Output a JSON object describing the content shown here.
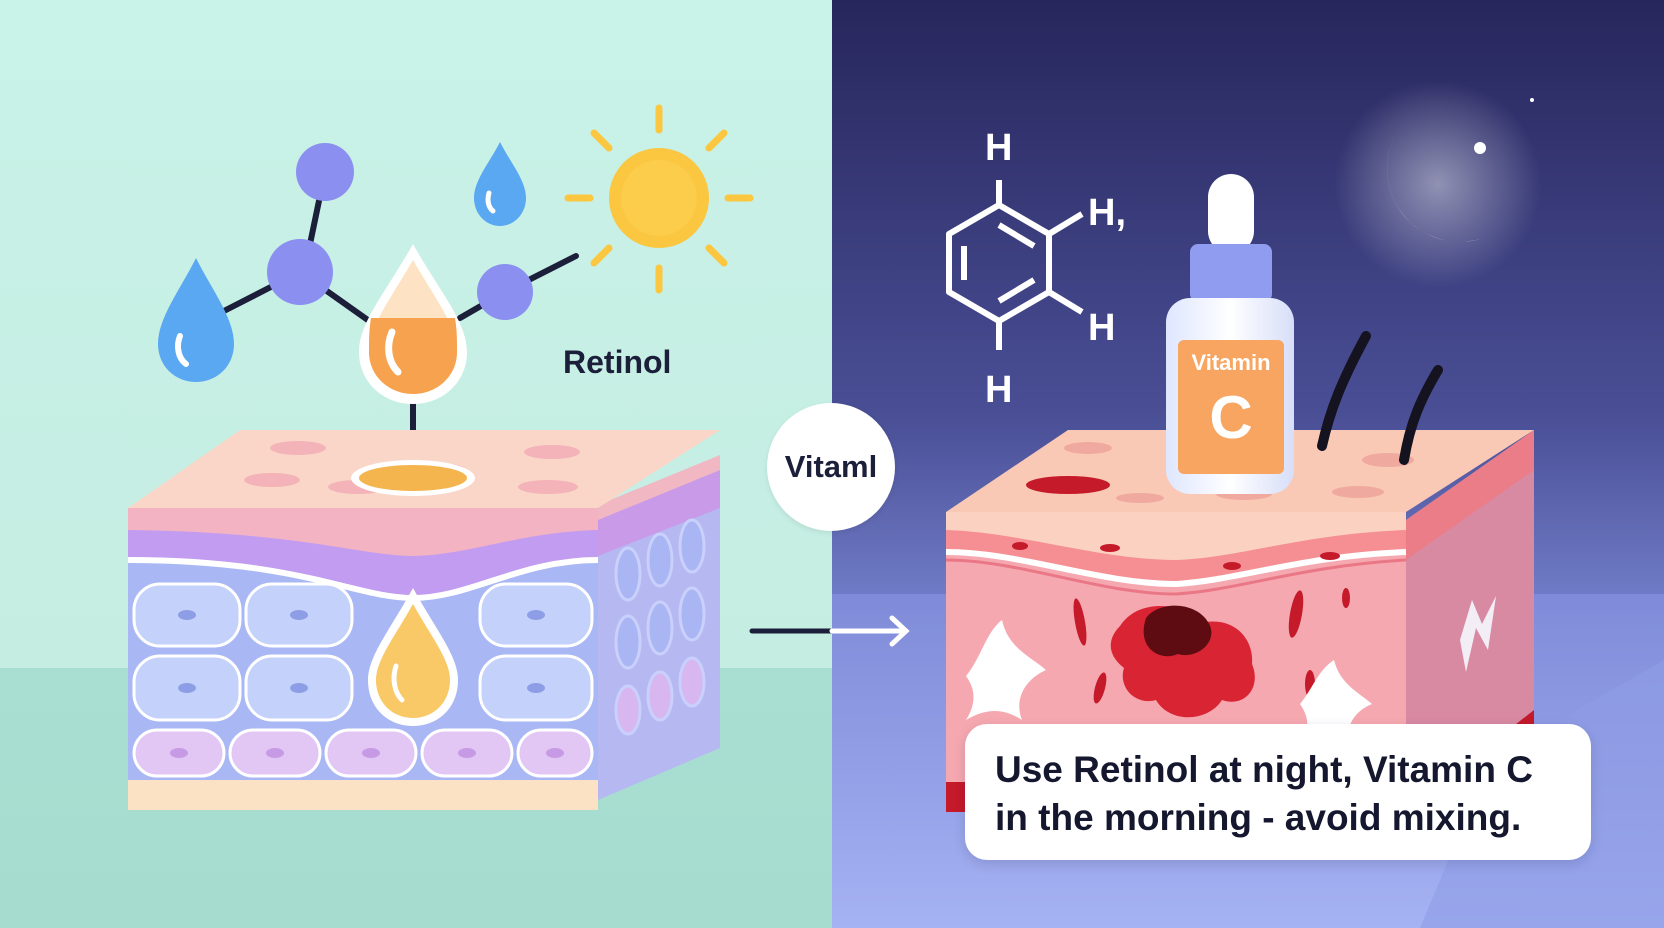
{
  "labels": {
    "retinol": "Retinol",
    "center_badge": "Vitaml",
    "bottle_title": "Vitamin",
    "bottle_letter": "C"
  },
  "molecule": {
    "atoms": [
      "H",
      "H,",
      "H",
      "H"
    ]
  },
  "tip": {
    "line1": "Use Retinol at night, Vitamin C",
    "line2": "in the morning - avoid mixing."
  },
  "colors": {
    "left_background": "#c9f0e6",
    "right_background": "#2d2b66",
    "retinol_drop": "#f7a24f",
    "water_drop": "#5aa7f2",
    "sun": "#fbc640",
    "molecule_atom": "#8b8ff0",
    "bottle_cap": "#8f9cf0",
    "bottle_label": "#f7a560",
    "irritation_red": "#c41a2a"
  },
  "icons": [
    "sun-icon",
    "water-drop-icon",
    "moon-icon",
    "serum-bottle-icon",
    "arrow-icon",
    "benzene-ring-icon",
    "hair-icon"
  ]
}
